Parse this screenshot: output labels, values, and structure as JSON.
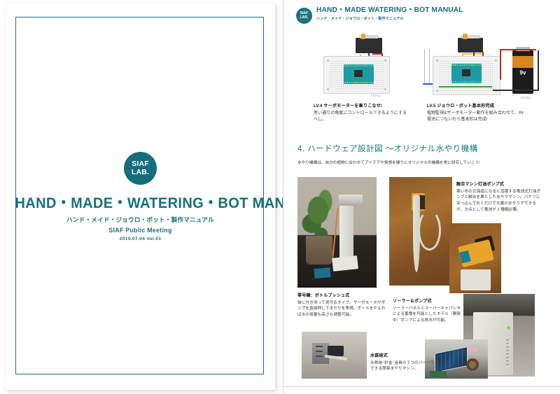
{
  "document": {
    "brand": {
      "line1": "SIAF",
      "line2": "LAB."
    },
    "cover": {
      "title": "HAND・MADE・WATERING・BOT MANUAL",
      "subtitle_jp": "ハンド・メイド・ジョウロ・ボット・製作マニュアル",
      "meeting": "SIAF Public Meeting",
      "date": "2015.07.04  Vol.01"
    },
    "header": {
      "title": "HAND・MADE WATERING・BOT MANUAL",
      "subtitle_jp": "ハンド・メイド・ジョウロ・ボット・製作マニュアル"
    }
  },
  "circuits": [
    {
      "name": "servo-breadboard-circuit",
      "credit": "fritzing",
      "battery_label": ""
    },
    {
      "name": "servo-battery-circuit",
      "credit": "fritzing",
      "battery_label": "9v"
    }
  ],
  "levels": [
    {
      "title": "LV.4 サーボモーターを乗りこなせ!",
      "body": "思い通りの角度にコントロールできるようにするべし。"
    },
    {
      "title": "LV.5 ジョウロ・ボット基本形完成",
      "body": "植物監視&サーボモーター動作を組み合わせて、9V 電池につないだら基本形は完成!"
    }
  ],
  "section": {
    "heading": "4. ハードウェア設計図 ～オリジナル水やり機構",
    "lead": "水やり機構は、自分の植物に合わせてアイデアや発想を練りにオリジナルの機構を常に研究していこう!"
  },
  "figures": [
    {
      "id": "bottle-push",
      "title": "零号機：ボトルプッシュ式",
      "body": "鉢に付き添って見守るタイプ。サーボモータがポンプを直接押して水やりを実現。ボトルをかえれば水の容量も高さも調整可能。"
    },
    {
      "id": "kerosene-pump",
      "title": "融合マシン灯油ポンプ式",
      "body": "寒い冬の北海道になると活躍する電池式灯油ポンプと融合を果たした水やりマシン。バケツに突っ込んでおくだけで大量の水やりができるが、欠点として電池が 2 種類必要。"
    },
    {
      "id": "solar-pump",
      "title": "ソーラー＆ポンプ式",
      "body": "ソーラーパネルとスーパーキャパシタによる蓄電を可能としたモデル（開発中）ポンプによる排水が可能。"
    },
    {
      "id": "water-gun",
      "title": "水鉄砲式",
      "body": "水鉄砲･針金･金具の３つのパーツでできる簡易水やりマシン。"
    }
  ],
  "colors": {
    "brand_teal": "#16707e",
    "badge_teal": "#156e7c",
    "heading_teal": "#1a7a86",
    "body_text": "#3a3a3a",
    "page_white": "#ffffff"
  }
}
